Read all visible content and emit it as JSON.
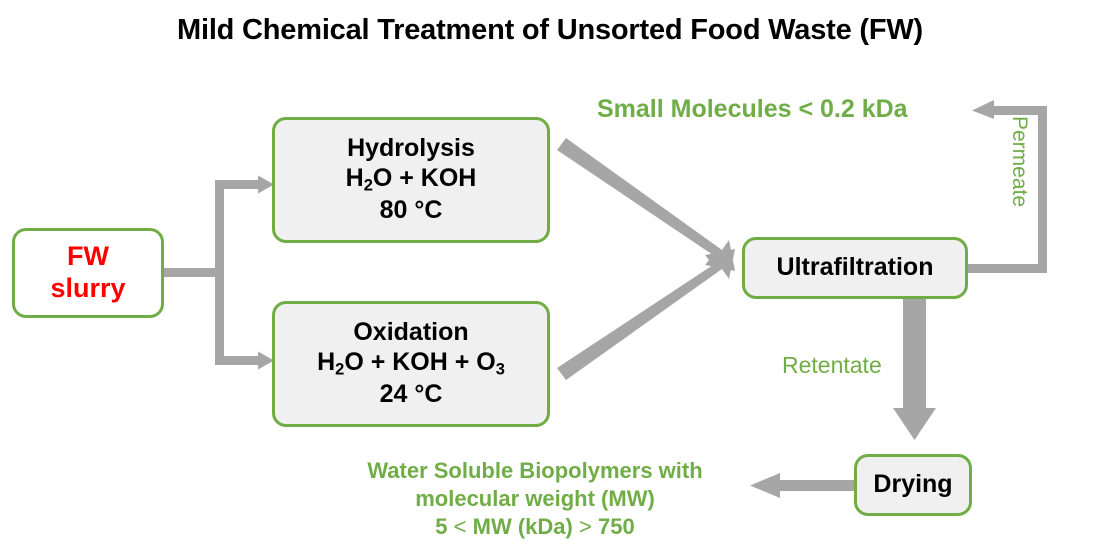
{
  "title": "Mild Chemical Treatment of Unsorted Food Waste (FW)",
  "colors": {
    "box_border_green": "#70AD47",
    "box_fill_gray": "#F0F0F0",
    "accent_green_text": "#70AD47",
    "fw_red": "#FF0000",
    "arrow_gray": "#A6A6A6",
    "title_black": "#000000",
    "background": "#FFFFFF"
  },
  "nodes": {
    "fw_slurry": {
      "line1": "FW",
      "line2": "slurry"
    },
    "hydrolysis": {
      "line1": "Hydrolysis",
      "line2_pre": "H",
      "line2_sub": "2",
      "line2_post": "O + KOH",
      "line3": "80 °C"
    },
    "oxidation": {
      "line1": "Oxidation",
      "line2_pre": "H",
      "line2_sub": "2",
      "line2_mid": "O + KOH + O",
      "line2_sub2": "3",
      "line3": "24 °C"
    },
    "ultrafiltration": {
      "label": "Ultrafiltration"
    },
    "drying": {
      "label": "Drying"
    }
  },
  "labels": {
    "small_molecules": "Small Molecules < 0.2 kDa",
    "permeate": "Permeate",
    "retentate": "Retentate",
    "biopolymers_line1": "Water Soluble Biopolymers with",
    "biopolymers_line2": "molecular weight (MW)",
    "biopolymers_l3_a": "5",
    "biopolymers_l3_lt": "<",
    "biopolymers_l3_b": "MW (kDa)",
    "biopolymers_l3_gt": ">",
    "biopolymers_l3_c": "750"
  },
  "flow": {
    "edges": [
      {
        "from": "fw_slurry",
        "to": "hydrolysis",
        "style": "elbow-arrow"
      },
      {
        "from": "fw_slurry",
        "to": "oxidation",
        "style": "elbow-arrow"
      },
      {
        "from": "hydrolysis",
        "to": "ultrafiltration",
        "style": "diagonal-arrow"
      },
      {
        "from": "oxidation",
        "to": "ultrafiltration",
        "style": "diagonal-arrow"
      },
      {
        "from": "ultrafiltration",
        "to": "small_molecules",
        "style": "elbow-arrow",
        "label": "Permeate"
      },
      {
        "from": "ultrafiltration",
        "to": "drying",
        "style": "down-arrow",
        "label": "Retentate"
      },
      {
        "from": "drying",
        "to": "biopolymers",
        "style": "left-arrow"
      }
    ]
  }
}
